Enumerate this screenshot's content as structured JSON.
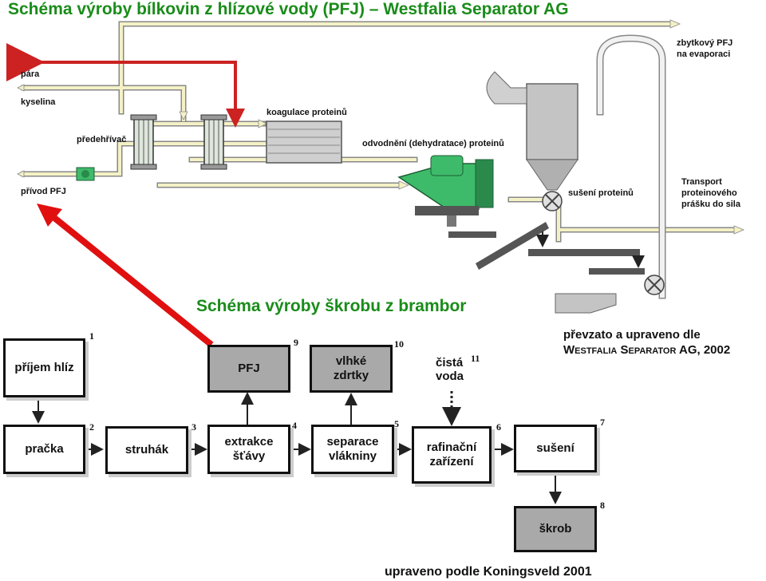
{
  "title": "Schéma výroby bílkovin z hlízové vody (PFJ) – Westfalia Separator AG",
  "process_labels": {
    "para": "pára",
    "kyselina": "kyselina",
    "predehrivac": "předehřívač",
    "privod": "přívod PFJ",
    "koagulace": "koagulace proteinů",
    "odvodneni": "odvodnění (dehydratace) proteinů",
    "zbytkovy_1": "zbytkový PFJ",
    "zbytkovy_2": "na evaporaci",
    "suseni": "sušení proteinů",
    "transport_1": "Transport",
    "transport_2": "proteinového",
    "transport_3": "prášku do sila"
  },
  "starch_title": "Schéma výroby škrobu z brambor",
  "credit_top_1": "převzato a upraveno dle",
  "credit_top_2": "Westfalia Separator AG, 2002",
  "credit_bottom": "upraveno podle Koningsveld 2001",
  "steps": [
    {
      "num": "1",
      "l1": "příjem hlíz",
      "l2": ""
    },
    {
      "num": "2",
      "l1": "pračka",
      "l2": ""
    },
    {
      "num": "3",
      "l1": "struhák",
      "l2": ""
    },
    {
      "num": "4",
      "l1": "extrakce",
      "l2": "šťávy"
    },
    {
      "num": "5",
      "l1": "separace",
      "l2": "vlákniny"
    },
    {
      "num": "6",
      "l1": "rafinační",
      "l2": "zařízení"
    },
    {
      "num": "7",
      "l1": "sušení",
      "l2": ""
    },
    {
      "num": "8",
      "l1": "škrob",
      "l2": ""
    },
    {
      "num": "9",
      "l1": "PFJ",
      "l2": ""
    },
    {
      "num": "10",
      "l1": "vlhké",
      "l2": "zdrtky"
    }
  ],
  "clean_water": {
    "num": "11",
    "l1": "čistá",
    "l2": "voda"
  },
  "colors": {
    "title_green": "#1a8c1a",
    "steam_red": "#cc2222",
    "pipe_cream": "#f4f1c6",
    "machine_green": "#3dbb6a",
    "arrow_red": "#e01010"
  }
}
